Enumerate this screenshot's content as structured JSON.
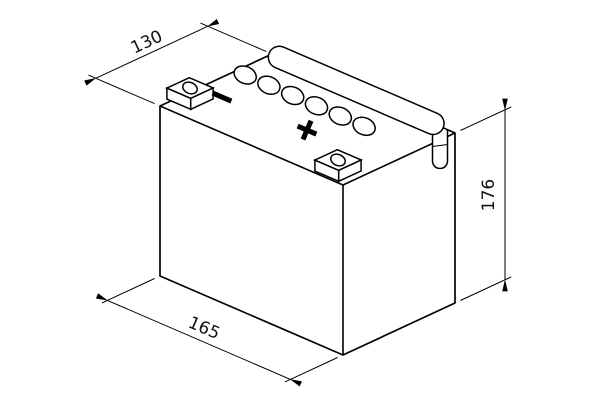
{
  "figure": {
    "background_color": "#ffffff",
    "line_color": "#000000"
  },
  "dimensions": {
    "depth": "130",
    "height": "176",
    "length": "165"
  },
  "battery": {
    "negative_symbol": "−",
    "positive_symbol": "+",
    "vent_cap_count": 6
  }
}
